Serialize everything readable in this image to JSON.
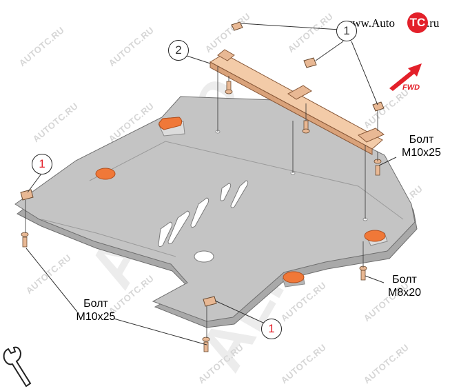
{
  "watermark": {
    "site": "AUTOTC.RU",
    "brand": "ALFeco"
  },
  "logo": {
    "prefix": "www.Auto",
    "badge": "TC",
    "suffix": ".ru"
  },
  "direction": {
    "label": "FWD"
  },
  "callouts": [
    {
      "id": "1",
      "text": "1"
    },
    {
      "id": "2",
      "text": "2"
    },
    {
      "id": "1b",
      "text": "1"
    },
    {
      "id": "1c",
      "text": "1"
    }
  ],
  "bolt_labels": [
    {
      "line1": "Болт",
      "line2": "М10х25"
    },
    {
      "line1": "Болт",
      "line2": "М8х20"
    },
    {
      "line1": "Болт",
      "line2": "М10х25"
    }
  ],
  "colors": {
    "plate": "#c4c4c4",
    "beam": "#e8b894",
    "pad": "#f07838",
    "arrow": "#e3202a"
  },
  "icons": {
    "tool": "wrench-icon"
  }
}
